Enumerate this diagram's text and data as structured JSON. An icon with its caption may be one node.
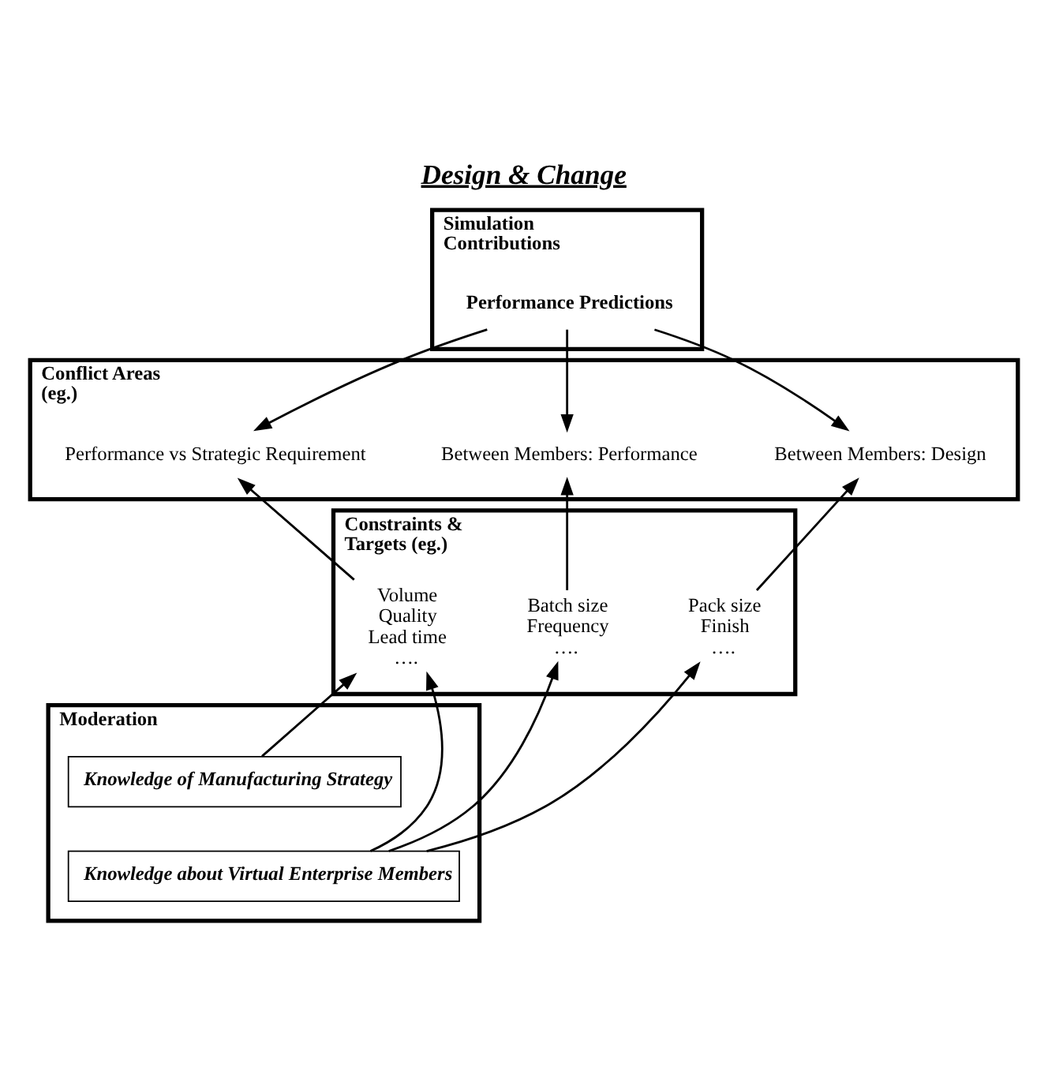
{
  "diagram": {
    "title": "Design & Change",
    "nodes": [
      {
        "text": [
          "Simulation Contributions"
        ]
      },
      {
        "text": [
          "Performance Predictions"
        ],
        "in": 0
      },
      {
        "text": [
          "Conflict Areas (eg.)"
        ]
      },
      {
        "text": [
          "Performance vs Strategic Requirement"
        ],
        "in": 2
      },
      {
        "text": [
          "Between Members: Performance"
        ],
        "in": 2
      },
      {
        "text": [
          "Between Members: Design"
        ],
        "in": 2
      },
      {
        "text": [
          "Constraints & Targets (eg.)"
        ]
      },
      {
        "text": [
          "Volume",
          "Quality",
          "Lead time",
          "…."
        ],
        "in": 6
      },
      {
        "text": [
          "Batch size",
          "Frequency",
          "…."
        ],
        "in": 6
      },
      {
        "text": [
          "Pack size",
          "Finish",
          "…."
        ],
        "in": 6
      },
      {
        "text": [
          "Moderation"
        ]
      },
      {
        "text": [
          "Knowledge of Manufacturing Strategy"
        ],
        "in": 10
      },
      {
        "text": [
          "Knowledge about Virtual Enterprise Members"
        ],
        "in": 10
      }
    ],
    "edges": [
      {
        "from": 1,
        "to": 3,
        "arrow": "to"
      },
      {
        "from": 1,
        "to": 4,
        "arrow": "to"
      },
      {
        "from": 1,
        "to": 5,
        "arrow": "to"
      },
      {
        "from": 7,
        "to": 3,
        "arrow": "to"
      },
      {
        "from": 8,
        "to": 4,
        "arrow": "to"
      },
      {
        "from": 9,
        "to": 5,
        "arrow": "to"
      },
      {
        "from": 11,
        "to": 7,
        "arrow": "to"
      },
      {
        "from": 12,
        "to": 7,
        "arrow": "to"
      },
      {
        "from": 12,
        "to": 8,
        "arrow": "to"
      },
      {
        "from": 12,
        "to": 9,
        "arrow": "to"
      }
    ]
  }
}
